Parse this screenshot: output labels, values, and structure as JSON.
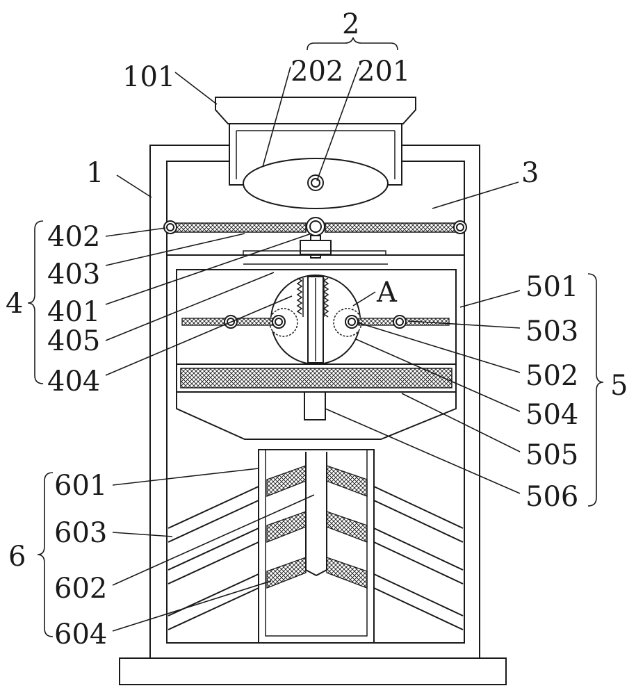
{
  "labels": {
    "l2": "2",
    "l101": "101",
    "l202": "202",
    "l201": "201",
    "l1": "1",
    "l3": "3",
    "l4": "4",
    "l402": "402",
    "l403": "403",
    "l401": "401",
    "l405": "405",
    "l404": "404",
    "lA": "A",
    "l501": "501",
    "l503": "503",
    "l502": "502",
    "l5": "5",
    "l504": "504",
    "l505": "505",
    "l506": "506",
    "l6": "6",
    "l601": "601",
    "l603": "603",
    "l602": "602",
    "l604": "604"
  }
}
